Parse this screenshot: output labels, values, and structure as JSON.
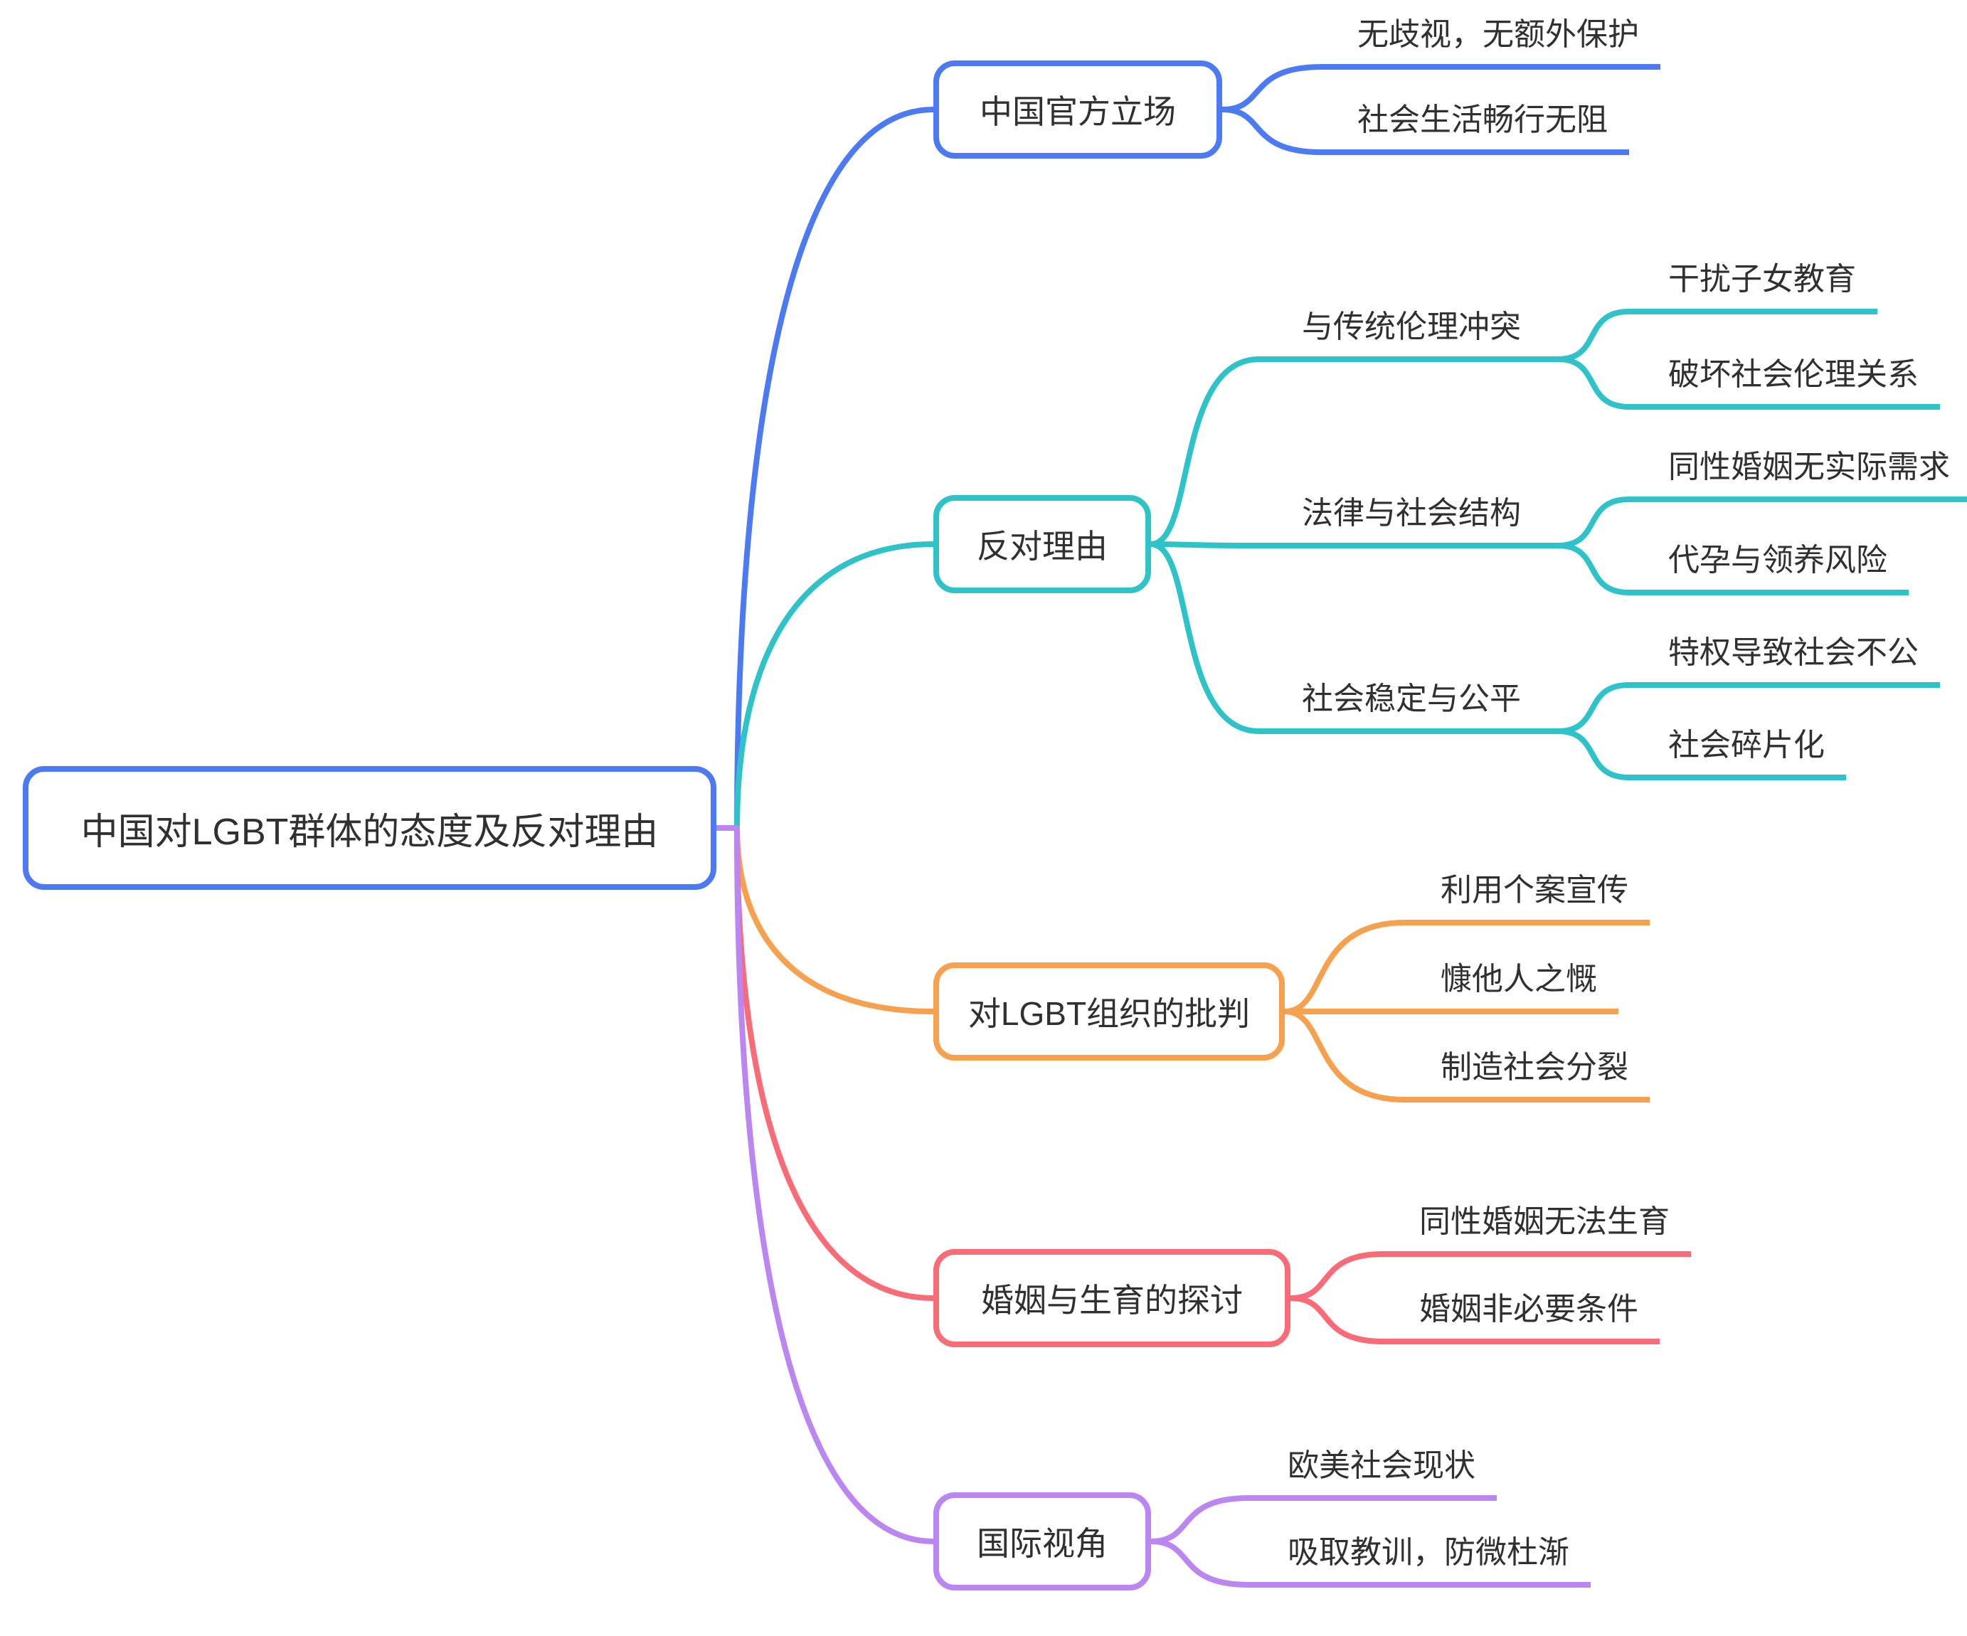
{
  "background": "#FFFFFF",
  "text_color": "#303030",
  "root": {
    "label": "中国对LGBT群体的态度及反对理由",
    "border_color": "#4B7AF2"
  },
  "branches": [
    {
      "label": "中国官方立场",
      "color": "#4B7AF2",
      "children": [
        {
          "label": "无歧视，无额外保护"
        },
        {
          "label": "社会生活畅行无阻"
        }
      ]
    },
    {
      "label": "反对理由",
      "color": "#2EC3C9",
      "children": [
        {
          "label": "与传统伦理冲突",
          "children": [
            {
              "label": "干扰子女教育"
            },
            {
              "label": "破坏社会伦理关系"
            }
          ]
        },
        {
          "label": "法律与社会结构",
          "children": [
            {
              "label": "同性婚姻无实际需求"
            },
            {
              "label": "代孕与领养风险"
            }
          ]
        },
        {
          "label": "社会稳定与公平",
          "children": [
            {
              "label": "特权导致社会不公"
            },
            {
              "label": "社会碎片化"
            }
          ]
        }
      ]
    },
    {
      "label": "对LGBT组织的批判",
      "color": "#F7A14E",
      "children": [
        {
          "label": "利用个案宣传"
        },
        {
          "label": "慷他人之慨"
        },
        {
          "label": "制造社会分裂"
        }
      ]
    },
    {
      "label": "婚姻与生育的探讨",
      "color": "#F96B77",
      "children": [
        {
          "label": "同性婚姻无法生育"
        },
        {
          "label": "婚姻非必要条件"
        }
      ]
    },
    {
      "label": "国际视角",
      "color": "#BB86F2",
      "children": [
        {
          "label": "欧美社会现状"
        },
        {
          "label": "吸取教训，防微杜渐"
        }
      ]
    }
  ]
}
